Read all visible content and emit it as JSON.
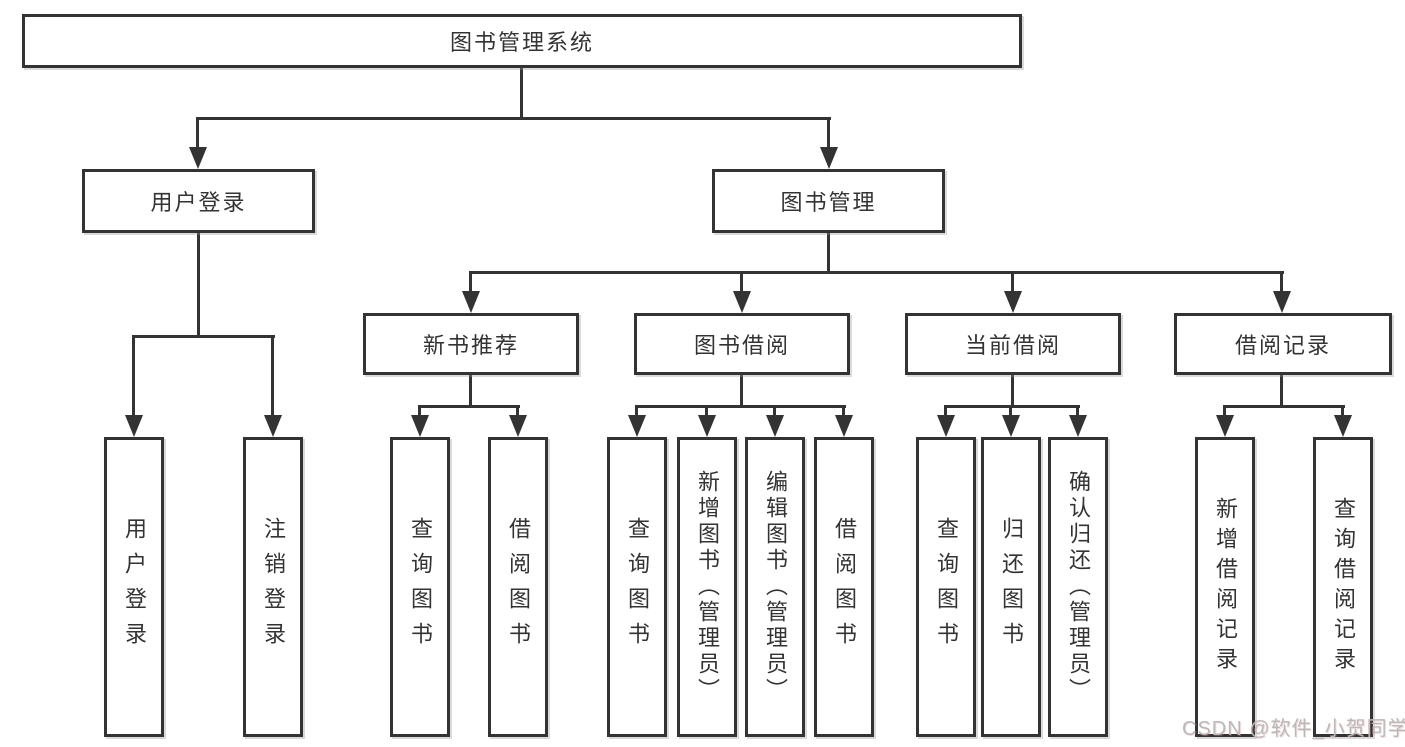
{
  "diagram_type": "hierarchy-tree",
  "tree": {
    "label": "图书管理系统",
    "children": [
      {
        "label": "用户登录",
        "children": [
          {
            "label": "用户登录"
          },
          {
            "label": "注销登录"
          }
        ]
      },
      {
        "label": "图书管理",
        "children": [
          {
            "label": "新书推荐",
            "children": [
              {
                "label": "查询图书"
              },
              {
                "label": "借阅图书"
              }
            ]
          },
          {
            "label": "图书借阅",
            "children": [
              {
                "label": "查询图书"
              },
              {
                "label": "新增图书（管理员）"
              },
              {
                "label": "编辑图书（管理员）"
              },
              {
                "label": "借阅图书"
              }
            ]
          },
          {
            "label": "当前借阅",
            "children": [
              {
                "label": "查询图书"
              },
              {
                "label": "归还图书"
              },
              {
                "label": "确认归还（管理员）"
              }
            ]
          },
          {
            "label": "借阅记录",
            "children": [
              {
                "label": "新增借阅记录"
              },
              {
                "label": "查询借阅记录"
              }
            ]
          }
        ]
      }
    ]
  },
  "watermark": {
    "text": "CSDN @软件_小贺同学"
  },
  "colors": {
    "line": "#333333",
    "text": "#333333",
    "node_background": "#ffffff",
    "page_background": "#ffffff",
    "watermark_text": "#b9b9b9"
  }
}
